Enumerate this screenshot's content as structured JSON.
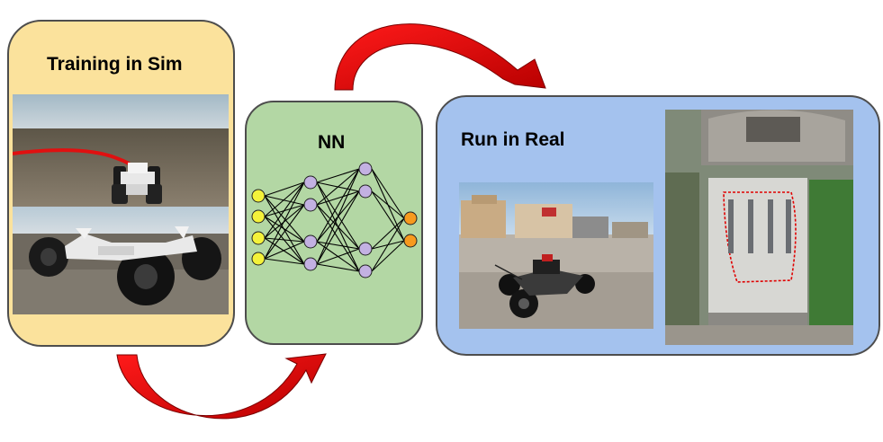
{
  "sim": {
    "title": "Training in Sim"
  },
  "nn": {
    "title": "NN"
  },
  "real": {
    "title": "Run in Real"
  },
  "colors": {
    "sim_panel": "#fbe29c",
    "nn_panel": "#b3d7a4",
    "real_panel": "#a4c2ee",
    "arrow_red": "#e00000",
    "input_node": "#f4f23a",
    "hidden_node": "#c3b1e2",
    "output_node": "#f79a1e"
  },
  "network": {
    "layers": [
      4,
      4,
      4,
      2
    ]
  }
}
